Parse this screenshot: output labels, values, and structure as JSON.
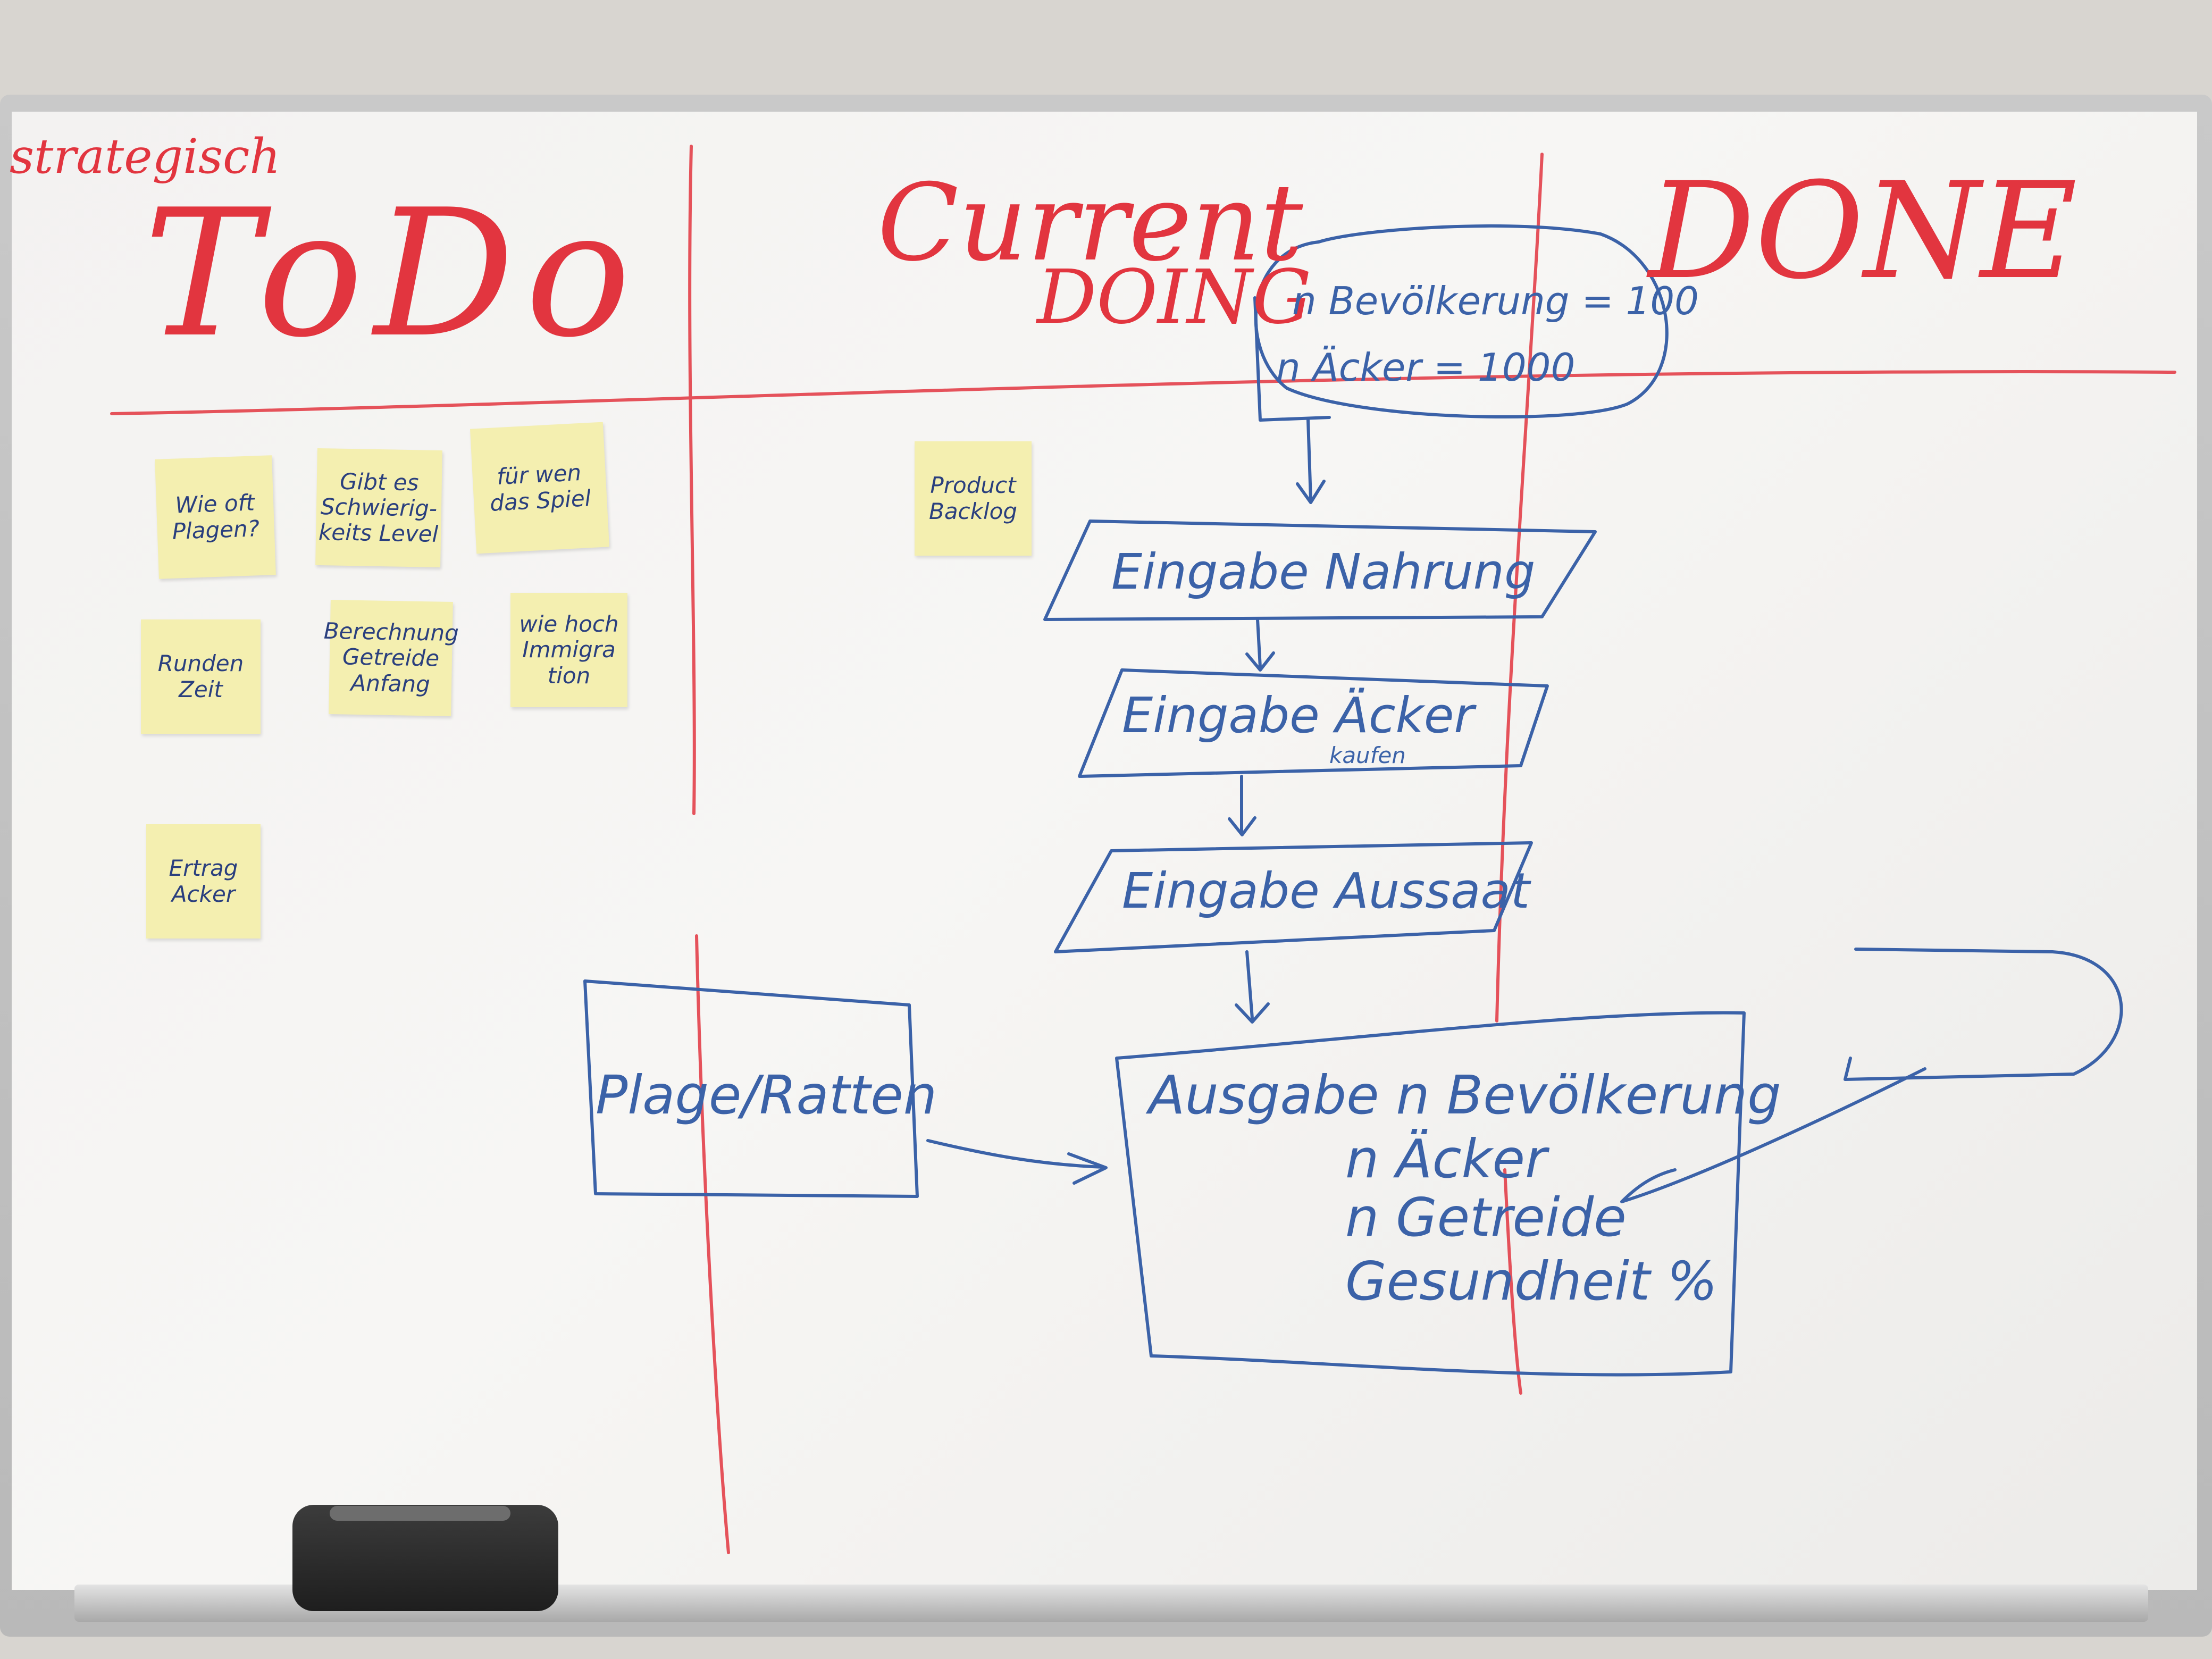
{
  "board": {
    "corner_note": "strategisch",
    "columns": {
      "todo": "ToDo",
      "current": "Current",
      "doing": "DOING",
      "done": "DONE"
    },
    "sticky_notes": [
      {
        "text": "Wie oft\nPlagen?"
      },
      {
        "text": "Gibt es\nSchwierig-\nkeits Level"
      },
      {
        "text": "für wen\ndas Spiel"
      },
      {
        "text": "Runden\nZeit"
      },
      {
        "text": "Berechnung\nGetreide\nAnfang"
      },
      {
        "text": "wie hoch\nImmigra\ntion"
      },
      {
        "text": "Ertrag\nAcker"
      },
      {
        "text": "Product\nBacklog"
      }
    ],
    "flowchart": {
      "start_line1": "n Bevölkerung = 100",
      "start_line2": "n Äcker = 1000",
      "step1": "Eingabe Nahrung",
      "step2": "Eingabe Äcker",
      "step2_sub": "kaufen",
      "step3": "Eingabe Aussaat",
      "side_box": "Plage/Ratten",
      "output_line1": "Ausgabe n Bevölkerung",
      "output_line2": "n Äcker",
      "output_line3": "n Getreide",
      "output_line4": "Gesundheit %"
    },
    "colors": {
      "red_marker": "#e2353f",
      "blue_marker": "#3b62a8",
      "sticky_note": "#f4efb0"
    }
  }
}
